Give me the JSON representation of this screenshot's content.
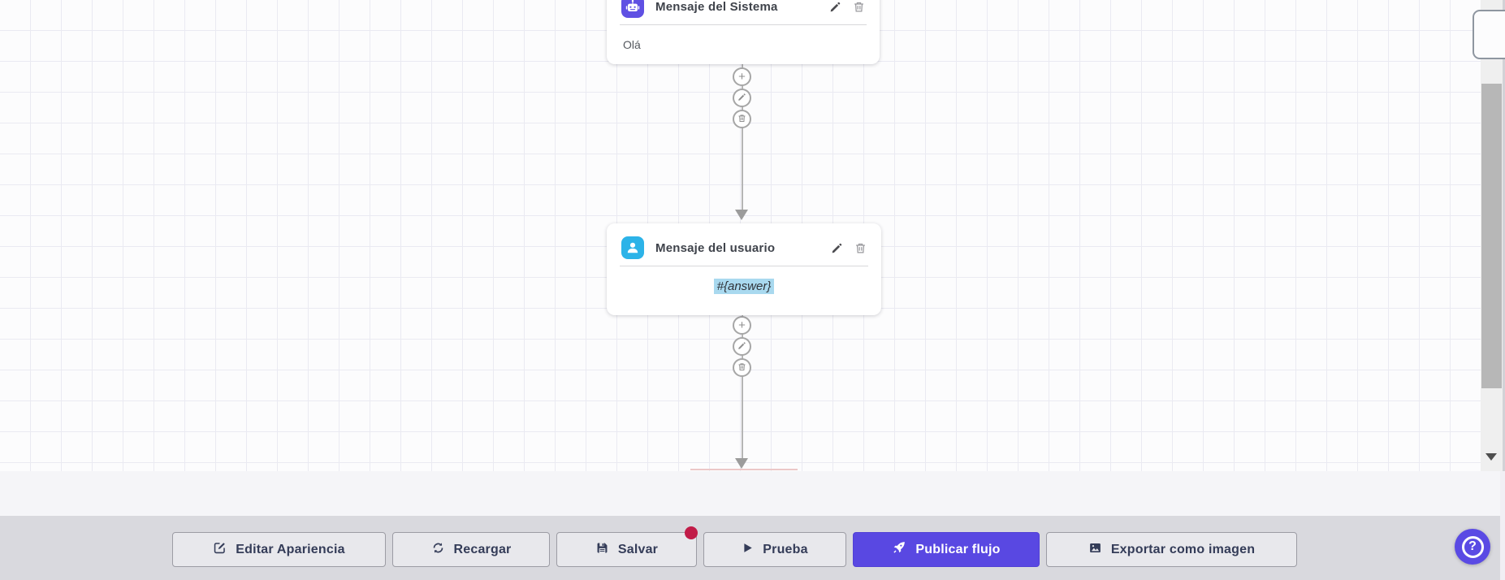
{
  "canvas": {
    "nodes": [
      {
        "title": "Mensaje del Sistema",
        "content": "Olá",
        "icon": "robot-icon",
        "accent": "#5f50e3"
      },
      {
        "title": "Mensaje del usuario",
        "content": "#{answer}",
        "icon": "user-icon",
        "accent": "#2cb3e8",
        "content_highlighted": true
      }
    ],
    "node_action_icons": [
      "pencil-icon",
      "trash-icon"
    ],
    "connector_action_icons": [
      "plus-icon",
      "pencil-icon",
      "trash-icon"
    ],
    "add_symbol": "+"
  },
  "toolbar": {
    "buttons": [
      {
        "label": "Editar Apariencia",
        "icon": "edit-appearance-icon"
      },
      {
        "label": "Recargar",
        "icon": "refresh-icon"
      },
      {
        "label": "Salvar",
        "icon": "save-icon",
        "badge": true
      },
      {
        "label": "Prueba",
        "icon": "play-icon"
      },
      {
        "label": "Publicar flujo",
        "icon": "rocket-icon",
        "primary": true
      },
      {
        "label": "Exportar como imagen",
        "icon": "image-icon"
      }
    ]
  },
  "help_button": {
    "label": "?"
  },
  "colors": {
    "primary": "#5948e2",
    "bot_node_accent": "#5f50e3",
    "user_node_accent": "#2cb3e8",
    "badge": "#c11c48",
    "highlight": "#a9d9ef",
    "toolbar_bg": "#d9d9de",
    "canvas_bg": "#fcfcfd"
  }
}
